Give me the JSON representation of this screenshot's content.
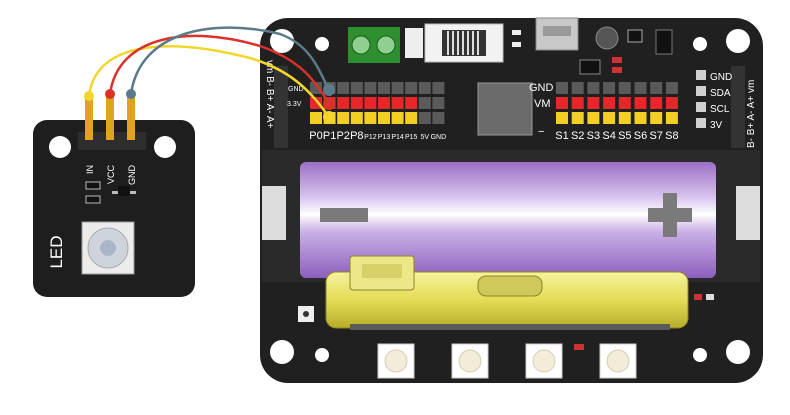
{
  "led_module": {
    "title": "LED",
    "pins": [
      "IN",
      "VCC",
      "GND"
    ]
  },
  "board": {
    "left_side_label": "vm B- B+ A- A+",
    "right_side_label": "B- B+ A- A+ vm",
    "left_header": {
      "gnd": "GND",
      "v33": "3.3V",
      "pins_bottom": [
        "P0",
        "P1",
        "P2",
        "P8",
        "P12",
        "P13",
        "P14",
        "P15",
        "5V",
        "GND"
      ]
    },
    "right_header": {
      "gnd": "GND",
      "vm": "VM",
      "minus": "−",
      "pins_bottom": [
        "S1",
        "S2",
        "S3",
        "S4",
        "S5",
        "S6",
        "S7",
        "S8"
      ]
    },
    "i2c_labels": [
      "GND",
      "SDA",
      "SCL",
      "3V"
    ]
  },
  "colors": {
    "board": "#1f1f1f",
    "pin_red": "#e8262a",
    "pin_yellow": "#f4cf23",
    "pin_grey": "#5a5a5a",
    "wire_yellow": "#f2d62b",
    "wire_red": "#d9322a",
    "wire_grey": "#5b7b8a",
    "battery": "#b68ad8",
    "holder": "#e9e46a"
  }
}
